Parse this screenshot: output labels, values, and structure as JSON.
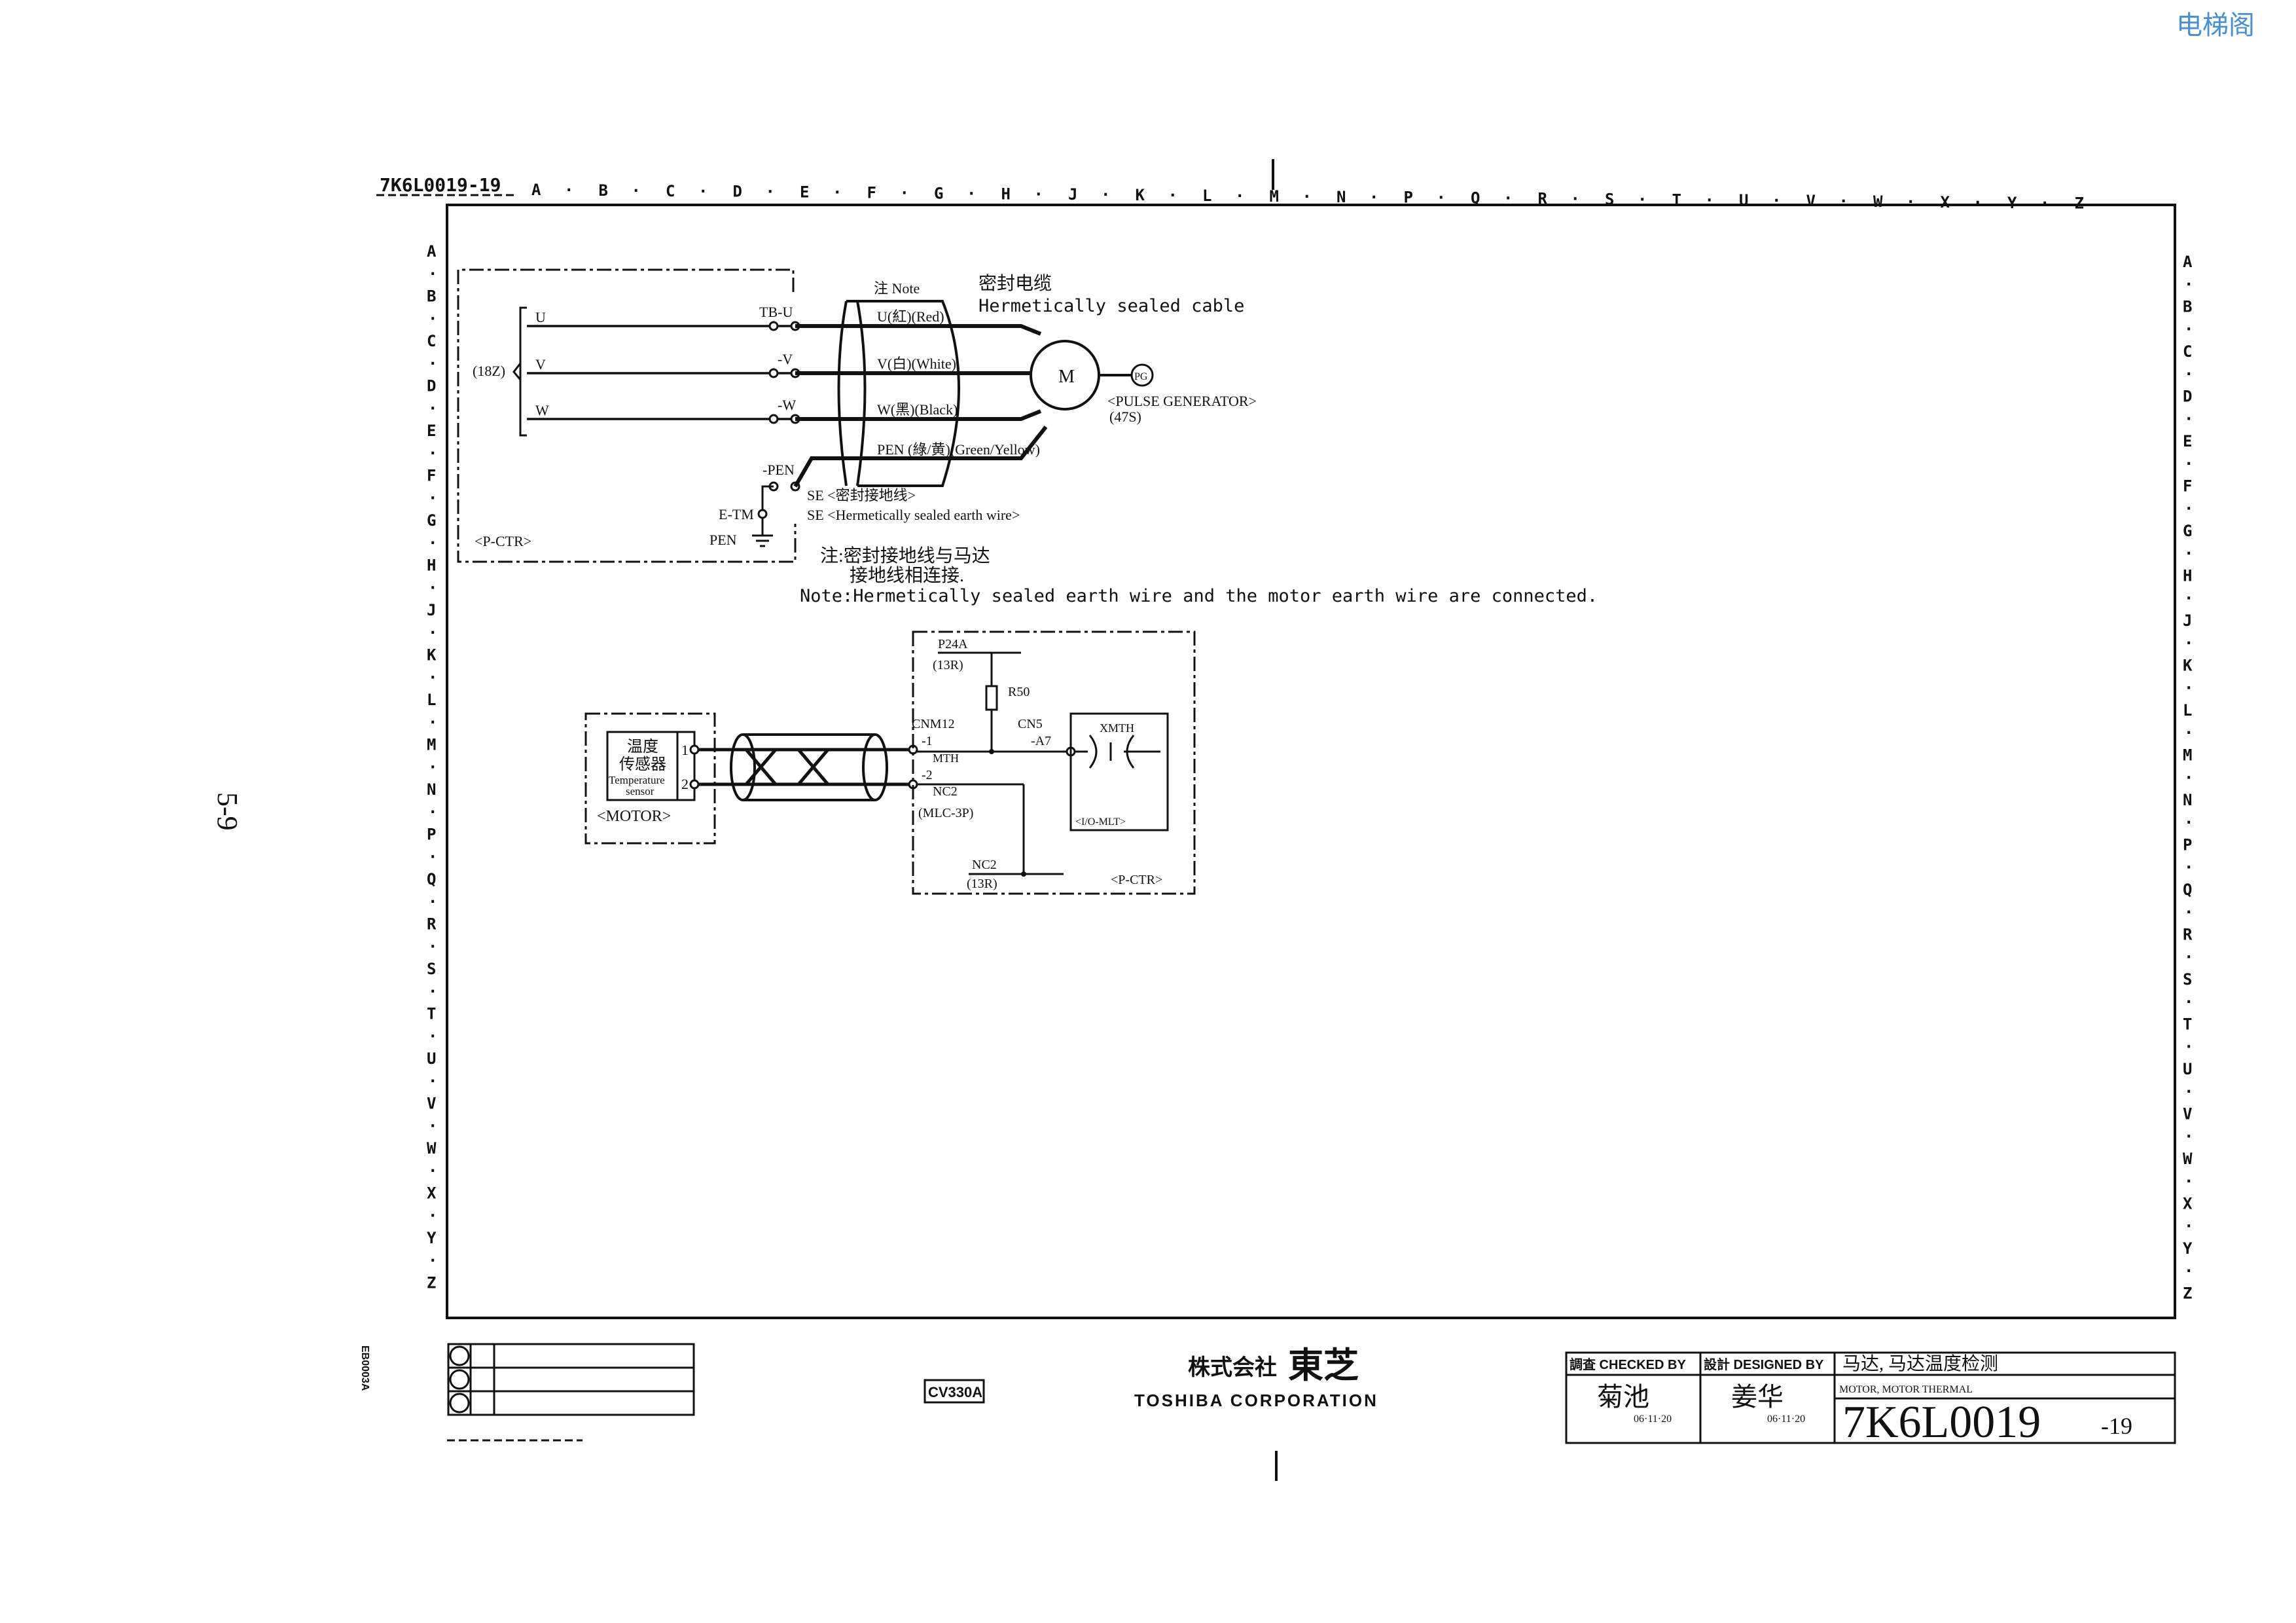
{
  "watermark": "电梯阁",
  "page_number": "5-9",
  "drawing_ref_top": "7K6L0019-19",
  "grid": {
    "columns": [
      "A",
      "B",
      "C",
      "D",
      "E",
      "F",
      "G",
      "H",
      "J",
      "K",
      "L",
      "M",
      "N",
      "P",
      "Q",
      "R",
      "S",
      "T",
      "U",
      "V",
      "W",
      "X",
      "Y",
      "Z"
    ],
    "rows": [
      "A",
      "B",
      "C",
      "D",
      "E",
      "F",
      "G",
      "H",
      "J",
      "K",
      "L",
      "M",
      "N",
      "P",
      "Q",
      "R",
      "S",
      "T",
      "U",
      "V",
      "W",
      "X",
      "Y",
      "Z"
    ]
  },
  "power_section": {
    "note_label": "注 Note",
    "cable_title_cn": "密封电缆",
    "cable_title_en": "Hermetically sealed cable",
    "group_label": "(18Z)",
    "lines": [
      "U",
      "V",
      "W"
    ],
    "terminals": [
      "TB-U",
      "-V",
      "-W",
      "-PEN"
    ],
    "wire_labels": [
      "U(紅)(Red)",
      "V(白)(White)",
      "W(黑)(Black)",
      "PEN (綠/黄)(Green/Yellow)"
    ],
    "motor": "M",
    "pg": "PG",
    "pulse_gen_label": "<PULSE GENERATOR>",
    "pulse_gen_ref": "(47S)",
    "etm": "E-TM",
    "pen": "PEN",
    "pctr": "<P-CTR>",
    "se_cn": "SE <密封接地线>",
    "se_en": "SE <Hermetically sealed earth wire>",
    "note_cn_1": "注:密封接地线与马达",
    "note_cn_2": "接地线相连接.",
    "note_en": "Note:Hermetically sealed earth wire and the motor earth wire are connected."
  },
  "thermal_section": {
    "sensor_cn_1": "温度",
    "sensor_cn_2": "传感器",
    "sensor_en_1": "Temperature",
    "sensor_en_2": "sensor",
    "pin1": "1",
    "pin2": "2",
    "motor_label": "<MOTOR>",
    "p24a": "P24A",
    "p24a_ref": "(13R)",
    "r50": "R50",
    "cnm12": "CNM12",
    "cnm12_pin1": "-1",
    "mth": "MTH",
    "cnm12_pin2": "-2",
    "nc2": "NC2",
    "mlc": "(MLC-3P)",
    "cn5": "CN5",
    "a7": "-A7",
    "xmth": "XMTH",
    "io_mlt": "<I/O-MLT>",
    "nc2_bottom": "NC2",
    "nc2_ref": "(13R)",
    "pctr": "<P-CTR>"
  },
  "footer": {
    "side_code": "EB0003A",
    "cv": "CV330A",
    "company_jp": "株式会社",
    "company_kanji": "東芝",
    "company_en": "TOSHIBA CORPORATION",
    "checked_label": "調査 CHECKED BY",
    "checked_name": "菊池",
    "checked_date": "06·11·20",
    "designed_label": "設計 DESIGNED BY",
    "designed_name": "姜华",
    "designed_date": "06·11·20",
    "title_cn": "马达, 马达温度检测",
    "title_en": "MOTOR, MOTOR THERMAL",
    "drawing_no": "7K6L0019",
    "sheet": "-19"
  }
}
